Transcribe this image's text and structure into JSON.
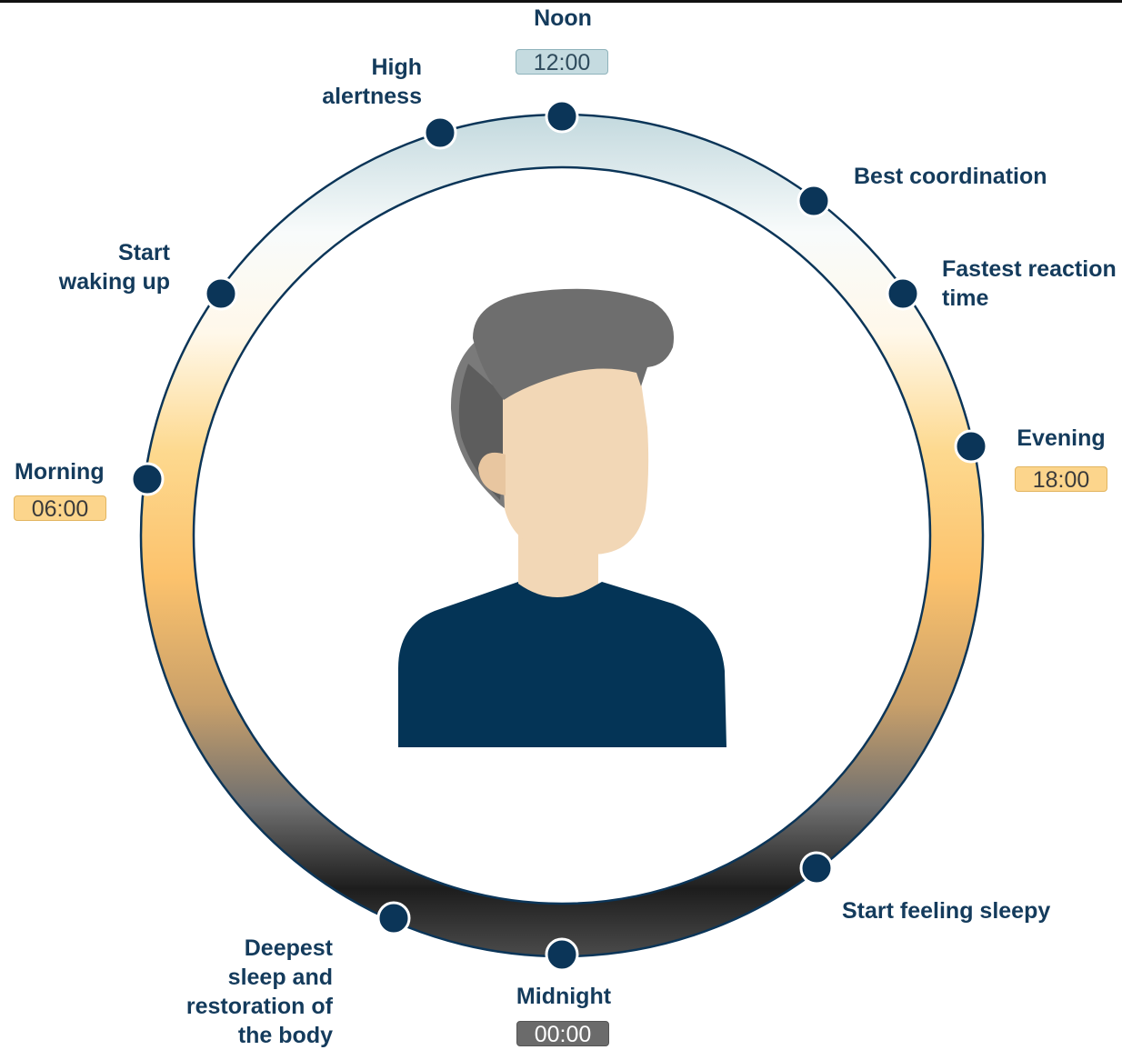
{
  "colors": {
    "ink": "#143b5c",
    "dot": "#0b3558",
    "noon_badge": "#c5dbe0",
    "day_badge": "#fcd58c",
    "night_badge": "#6b6b6b",
    "shirt": "#043456",
    "hair": "#6e6e6e",
    "skin": "#f2d7b6"
  },
  "events": [
    {
      "id": "noon",
      "lines": [
        "Noon"
      ],
      "time": "12:00"
    },
    {
      "id": "high-alertness",
      "lines": [
        "High",
        "alertness"
      ]
    },
    {
      "id": "best-coordination",
      "lines": [
        "Best coordination"
      ]
    },
    {
      "id": "fastest-reaction",
      "lines": [
        "Fastest reaction",
        "time"
      ]
    },
    {
      "id": "evening",
      "lines": [
        "Evening"
      ],
      "time": "18:00"
    },
    {
      "id": "start-sleepy",
      "lines": [
        "Start feeling sleepy"
      ]
    },
    {
      "id": "midnight",
      "lines": [
        "Midnight"
      ],
      "time": "00:00"
    },
    {
      "id": "deepest-sleep",
      "lines": [
        "Deepest",
        "sleep and",
        "restoration of",
        "the body"
      ]
    },
    {
      "id": "morning",
      "lines": [
        "Morning"
      ],
      "time": "06:00"
    },
    {
      "id": "start-waking",
      "lines": [
        "Start",
        "waking up"
      ]
    }
  ],
  "figure": {
    "icon": "person-icon"
  }
}
